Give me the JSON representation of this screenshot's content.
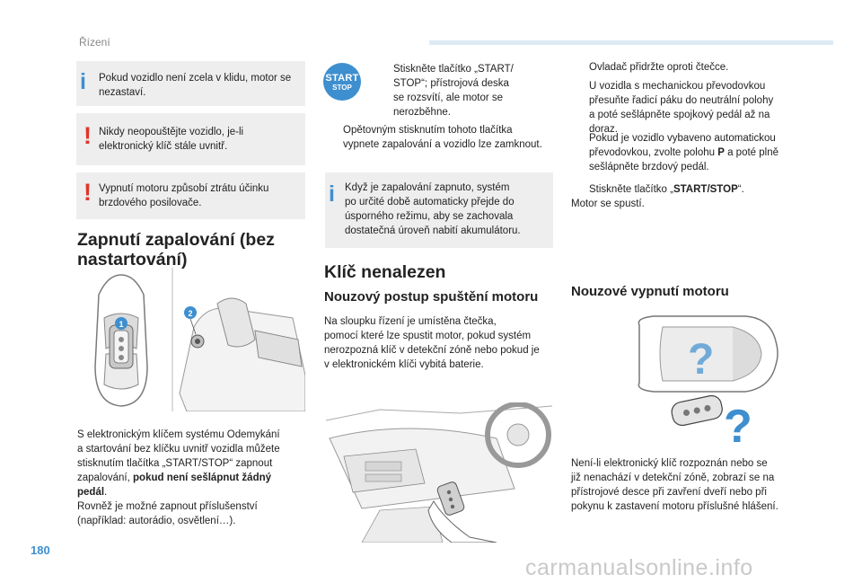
{
  "header": {
    "section": "Řízení"
  },
  "page_number": "180",
  "watermark": "carmanualsonline.info",
  "col1": {
    "info_box": {
      "mark": "i",
      "text_lines": [
        "Pokud vozidlo není zcela v klidu, motor se",
        "nezastaví."
      ]
    },
    "warning1": {
      "mark": "!",
      "text_lines": [
        "Nikdy neopouštějte vozidlo, je-li",
        "elektronický klíč stále uvnitř."
      ]
    },
    "warning2": {
      "mark": "!",
      "text_lines": [
        "Vypnutí motoru způsobí ztrátu účinku",
        "brzdového posilovače."
      ]
    },
    "heading_lines": [
      "Zapnutí zapalování (bez",
      "nastartování)"
    ],
    "figure_labels": [
      "1",
      "2"
    ],
    "para_lines": [
      "S elektronickým klíčem systému Odemykání",
      "a startování bez klíčku uvnitř vozidla můžete",
      "stisknutím tlačítka „START/STOP“ zapnout",
      "zapalování, "
    ],
    "para_bold_1": "pokud není sešlápnut žádný",
    "para_bold_2": "pedál",
    "para_end": ".",
    "para_lines_2": [
      "Rovněž je možné zapnout příslušenství",
      "(například: autorádio, osvětlení…)."
    ]
  },
  "col2": {
    "start_button": {
      "line1": "START",
      "line2": "STOP"
    },
    "bullet_symbol": "",
    "bullet1_lines": [
      "Stiskněte tlačítko „START/",
      "STOP“; přístrojová deska",
      "se rozsvítí, ale motor se",
      "nerozběhne."
    ],
    "bullet2_lines": [
      "Opětovným stisknutím tohoto tlačítka",
      "vypnete zapalování a vozidlo lze zamknout."
    ],
    "info_box": {
      "mark": "i",
      "text_lines": [
        "Když je zapalování zapnuto, systém",
        "po určité době automaticky přejde do",
        "úsporného režimu, aby se zachovala",
        "dostatečná úroveň nabití akumulátoru."
      ]
    },
    "heading": "Klíč nenalezen",
    "subheading": "Nouzový postup spuštění motoru",
    "para_lines": [
      "Na sloupku řízení je umístěna čtečka,",
      "pomocí které lze spustit motor, pokud systém",
      "nerozpozná klíč v detekční zóně nebo pokud je",
      "v elektronickém klíči vybitá baterie."
    ]
  },
  "col3": {
    "bullet1": "Ovladač přidržte oproti čtečce.",
    "bullet2_lines": [
      "U vozidla s mechanickou převodovkou",
      "přesuňte řadicí páku do neutrální polohy",
      "a poté sešlápněte spojkový pedál až na",
      "doraz."
    ],
    "bullet3_lines": [
      "Pokud je vozidlo vybaveno automatickou",
      "převodovkou, zvolte polohu "
    ],
    "bullet3_bold": "P",
    "bullet3_rest": " a poté plně",
    "bullet3_line3": "sešlápněte brzdový pedál.",
    "bullet4_prefix": "Stiskněte tlačítko „",
    "bullet4_bold": "START/STOP",
    "bullet4_suffix": "“.",
    "motor_line": "Motor se spustí.",
    "subheading": "Nouzové vypnutí motoru",
    "question_mark": "?",
    "para_lines": [
      "Není-li elektronický klíč rozpoznán nebo se",
      "již nenachází v detekční zóně, zobrazí se na",
      "přístrojové desce při zavření dveří nebo při",
      "pokynu k zastavení motoru příslušné hlášení."
    ]
  },
  "colors": {
    "accent_blue": "#3e8fcf",
    "warning_red": "#e0352b",
    "box_grey": "#eeeeee"
  }
}
